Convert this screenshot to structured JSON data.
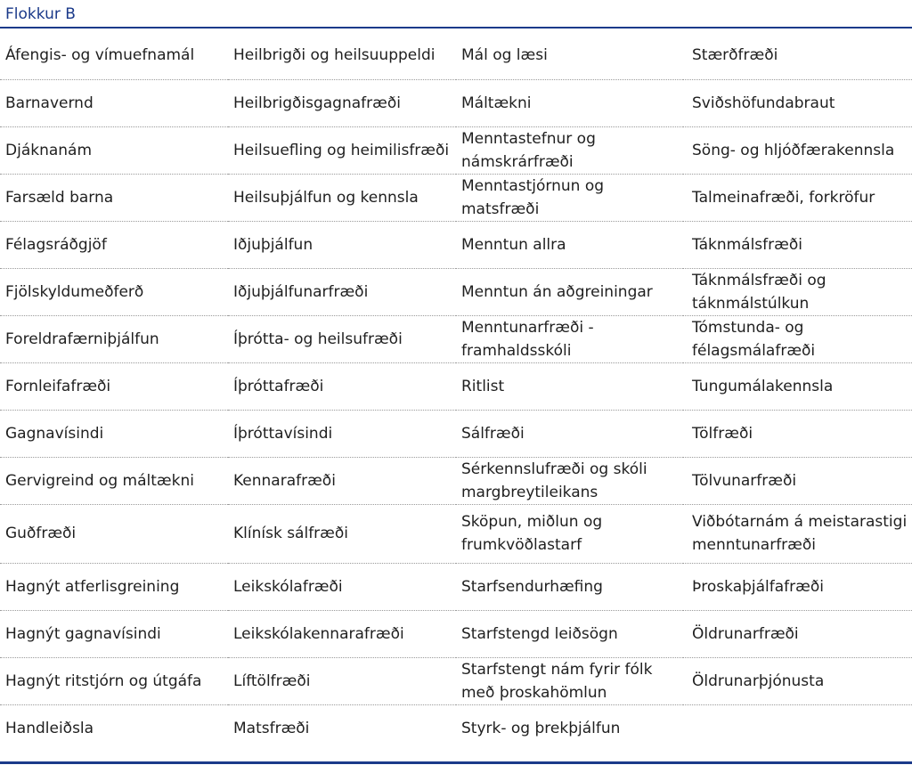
{
  "title": "Flokkur B",
  "rows": [
    [
      "Áfengis- og vímuefnamál",
      "Heilbrigði og heilsuuppeldi",
      "Mál og læsi",
      "Stærðfræði"
    ],
    [
      "Barnavernd",
      "Heilbrigðisgagnafræði",
      "Máltækni",
      "Sviðshöfundabraut"
    ],
    [
      "Djáknanám",
      "Heilsuefling og heimilisfræði",
      "Menntastefnur og námskrárfræði",
      "Söng- og hljóðfærakennsla"
    ],
    [
      "Farsæld barna",
      "Heilsuþjálfun og kennsla",
      "Menntastjórnun og matsfræði",
      "Talmeinafræði, forkröfur"
    ],
    [
      "Félagsráðgjöf",
      "Iðjuþjálfun",
      "Menntun allra",
      "Táknmálsfræði"
    ],
    [
      "Fjölskyldumeðferð",
      "Iðjuþjálfunarfræði",
      "Menntun án aðgreiningar",
      "Táknmálsfræði og táknmálstúlkun"
    ],
    [
      "Foreldrafærniþjálfun",
      "Íþrótta- og heilsufræði",
      "Menntunarfræði - framhaldsskóli",
      "Tómstunda- og félagsmálafræði"
    ],
    [
      "Fornleifafræði",
      "Íþróttafræði",
      "Ritlist",
      "Tungumálakennsla"
    ],
    [
      "Gagnavísindi",
      "Íþróttavísindi",
      "Sálfræði",
      "Tölfræði"
    ],
    [
      "Gervigreind og máltækni",
      "Kennarafræði",
      "Sérkennslufræði og skóli margbreytileikans",
      "Tölvunarfræði"
    ],
    [
      "Guðfræði",
      "Klínísk sálfræði",
      "Sköpun, miðlun og frumkvöðlastarf",
      "Viðbótarnám á meistarastigi í menntunarfræði"
    ],
    [
      "Hagnýt atferlisgreining",
      "Leikskólafræði",
      "Starfsendurhæfing",
      "Þroskaþjálfafræði"
    ],
    [
      "Hagnýt gagnavísindi",
      "Leikskólakennarafræði",
      "Starfstengd leiðsögn",
      "Öldrunarfræði"
    ],
    [
      "Hagnýt ritstjórn og útgáfa",
      "Líftölfræði",
      "Starfstengt nám fyrir fólk með þroskahömlun",
      "Öldrunarþjónusta"
    ],
    [
      "Handleiðsla",
      "Matsfræði",
      "Styrk- og þrekþjálfun",
      ""
    ]
  ]
}
